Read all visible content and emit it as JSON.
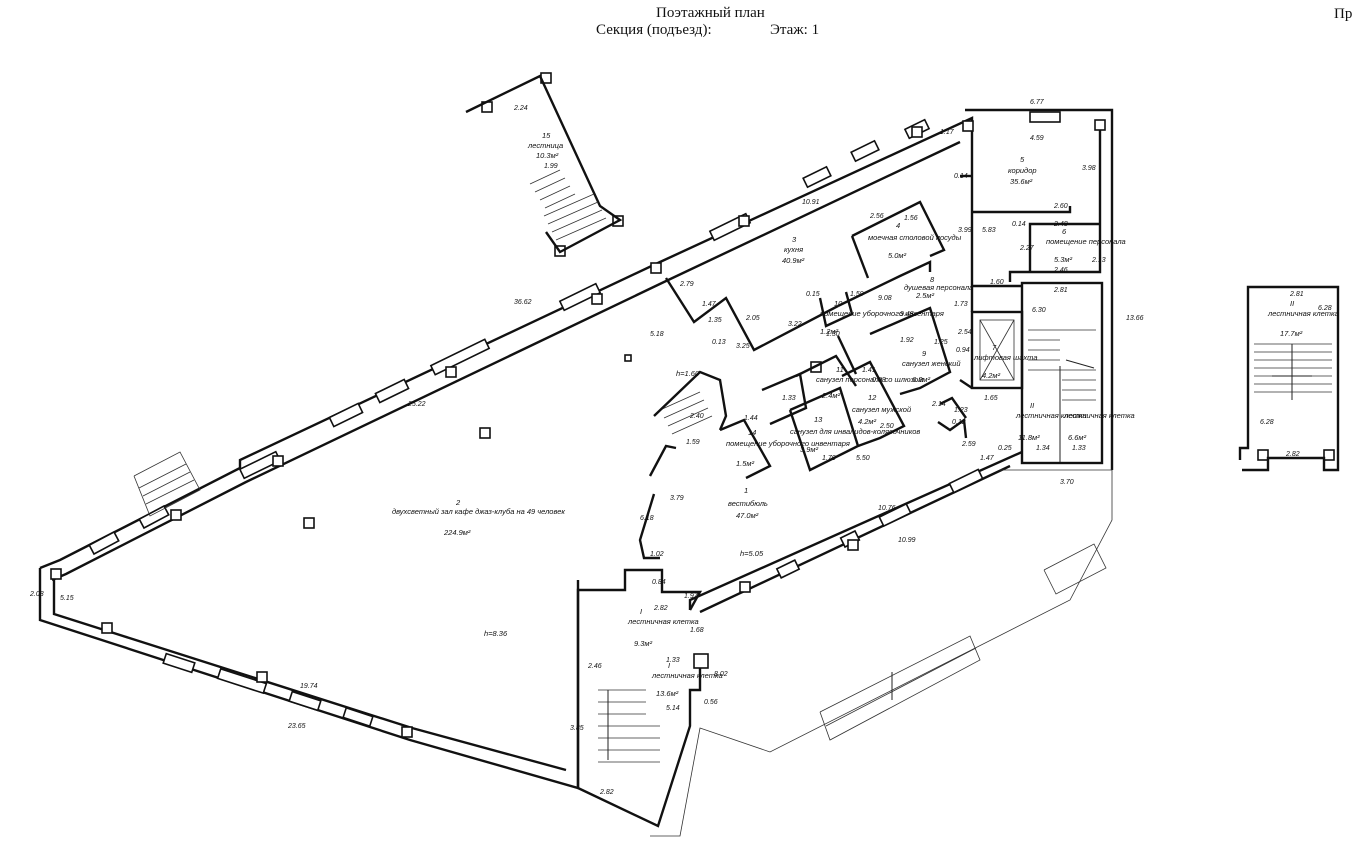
{
  "header": {
    "title": "Поэтажный план",
    "section_label": "Секция (подъезд):",
    "floor_label": "Этаж: 1",
    "corner_text": "Пр"
  },
  "rooms": [
    {
      "id": "room-1",
      "num": "1",
      "name": "вестибюль",
      "area": "47.0м²"
    },
    {
      "id": "room-2",
      "num": "2",
      "name": "двухсветный зал кафе джаз-клуба на 49 человек",
      "area": "224.9м²"
    },
    {
      "id": "room-3",
      "num": "3",
      "name": "кухня",
      "area": "40.9м²"
    },
    {
      "id": "room-4",
      "num": "4",
      "name": "моечная столовой посуды",
      "area": "5.0м²"
    },
    {
      "id": "room-5",
      "num": "5",
      "name": "коридор",
      "area": "35.6м²"
    },
    {
      "id": "room-6",
      "num": "6",
      "name": "помещение персонала",
      "area": "5.3м²"
    },
    {
      "id": "room-7",
      "num": "7",
      "name": "лифтовая шахта",
      "area": "4.2м²"
    },
    {
      "id": "room-8",
      "num": "8",
      "name": "душевая персонала",
      "area": "2.5м²"
    },
    {
      "id": "room-9",
      "num": "9",
      "name": "санузел женский",
      "area": "6.2м²"
    },
    {
      "id": "room-10",
      "num": "10",
      "name": "помещение уборочного инвентаря",
      "area": "1.2м²"
    },
    {
      "id": "room-11",
      "num": "11",
      "name": "санузел персонала со шлюзом",
      "area": "2.4м²"
    },
    {
      "id": "room-12",
      "num": "12",
      "name": "санузел мужской",
      "area": "4.2м²"
    },
    {
      "id": "room-13",
      "num": "13",
      "name": "санузел для инвалидов-колясочников",
      "area": "3.9м²"
    },
    {
      "id": "room-14",
      "num": "14",
      "name": "помещение уборочного инвентаря",
      "area": "1.5м²"
    },
    {
      "id": "room-15",
      "num": "15",
      "name": "лестница",
      "area": "10.3м²"
    },
    {
      "id": "stair-I",
      "num": "I",
      "name": "лестничная клетка",
      "area": "9.3м²"
    },
    {
      "id": "stair-I-lower",
      "num": "I",
      "name": "лестничная клетка",
      "area": "13.6м²"
    },
    {
      "id": "stair-II",
      "num": "II",
      "name": "лестничная клетка",
      "area": "11.8м²"
    },
    {
      "id": "stair-II-small",
      "num": "",
      "name": "лестничная клетка",
      "area": "6.6м²"
    },
    {
      "id": "stair-II-right",
      "num": "II",
      "name": "лестничная клетка",
      "area": "17.7м²"
    }
  ],
  "heights": {
    "hall": "h=8.36",
    "vestibule": "h=5.05",
    "stair14": "h=1.60"
  },
  "dims": {
    "d3662": "36.62",
    "d2522": "25.22",
    "d1974": "19.74",
    "d2365": "23.65",
    "d1091": "10.91",
    "d1076": "10.76",
    "d1099": "10.99",
    "d677": "6.77",
    "d459": "4.59",
    "d117": "1.17",
    "d1366": "13.66",
    "d281": "2.81",
    "d630": "6.30",
    "d370": "3.70",
    "d282a": "2.82",
    "d282b": "2.82",
    "d282c": "2.82",
    "d160": "1.60",
    "d246": "2.46",
    "d260": "2.60",
    "d248": "2.48",
    "d014a": "0.14",
    "d014b": "0.14",
    "d399": "3.99",
    "d583": "5.83",
    "d256": "2.56",
    "d156": "1.56",
    "d224": "2.24",
    "d199": "1.99",
    "d322": "3.22",
    "d147": "1.47",
    "d135": "1.35",
    "d279": "2.79",
    "d205": "2.05",
    "d159": "1.59",
    "d015": "0.15",
    "d908": "9.08",
    "d948": "9.48",
    "d192": "1.92",
    "d518": "5.18",
    "d325": "3.25",
    "d379": "3.79",
    "d618": "6.18",
    "d102": "1.02",
    "d550": "5.50",
    "d170": "1.70",
    "d133": "1.33",
    "d144": "1.44",
    "d240": "2.40",
    "d208": "2.08",
    "d515": "5.15",
    "d385": "3.85",
    "d246b": "2.46",
    "d802": "8.02",
    "d514": "5.14",
    "d056": "0.56",
    "d197": "1.97",
    "d168": "1.68",
    "d133b": "1.33",
    "d134": "1.34",
    "d133c": "1.33",
    "d025": "0.25",
    "d147b": "1.47",
    "d259": "2.59",
    "d628a": "6.28",
    "d628b": "6.28",
    "d281b": "2.81",
    "d282d": "2.82",
    "d398": "3.98",
    "d213": "2.13",
    "d227": "2.27",
    "d073": "1.73",
    "d173": "1.73",
    "d125": "1.25",
    "d094": "0.94",
    "d254": "2.54",
    "d165": "1.65",
    "d214": "2.14",
    "d123": "1.23",
    "d012": "0.12",
    "d250": "2.50",
    "d088": "0.88",
    "d141": "1.41",
    "d130": "1.30",
    "d0135": "0.13",
    "d084": "0.84"
  },
  "colors": {
    "line": "#111111",
    "background": "#ffffff"
  }
}
